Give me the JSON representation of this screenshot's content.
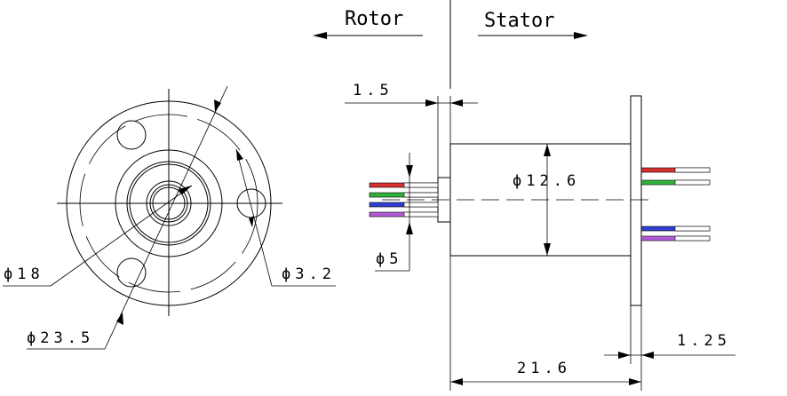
{
  "header": {
    "rotor_label": "Rotor",
    "stator_label": "Stator"
  },
  "dimensions": {
    "d18": "ϕ18",
    "d23_5": "ϕ23.5",
    "d3_2": "ϕ3.2",
    "d5": "ϕ5",
    "d12_6": "ϕ12.6",
    "len1_5": "1.5",
    "len1_25": "1.25",
    "len21_6": "21.6"
  },
  "wires": {
    "colors": [
      "#d8302f",
      "#2fb33a",
      "#2f3fd0",
      "#b05ad8"
    ]
  }
}
